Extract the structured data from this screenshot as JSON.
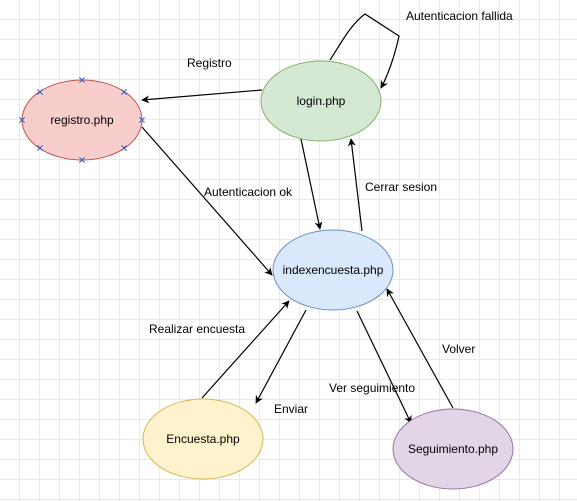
{
  "nodes": {
    "login": {
      "label": "login.php",
      "fill": "#d5e8d4",
      "stroke": "#82b366"
    },
    "registro": {
      "label": "registro.php",
      "fill": "#f8cecc",
      "stroke": "#b85450"
    },
    "index": {
      "label": "indexencuesta.php",
      "fill": "#dae8fc",
      "stroke": "#6c8ebf"
    },
    "encuesta": {
      "label": "Encuesta.php",
      "fill": "#fff2cc",
      "stroke": "#d6b656"
    },
    "seguimiento": {
      "label": "Seguimiento.php",
      "fill": "#e1d5e7",
      "stroke": "#9673a6"
    }
  },
  "edges": {
    "autenticacion_fallida": "Autenticacion fallida",
    "registro": "Registro",
    "autenticacion_ok": "Autenticacion ok",
    "cerrar_sesion": "Cerrar sesion",
    "realizar_encuesta": "Realizar encuesta",
    "enviar": "Enviar",
    "ver_seguimiento": "Ver seguimiento",
    "volver": "Volver"
  },
  "selection_handle_color": "#2f5fd0"
}
